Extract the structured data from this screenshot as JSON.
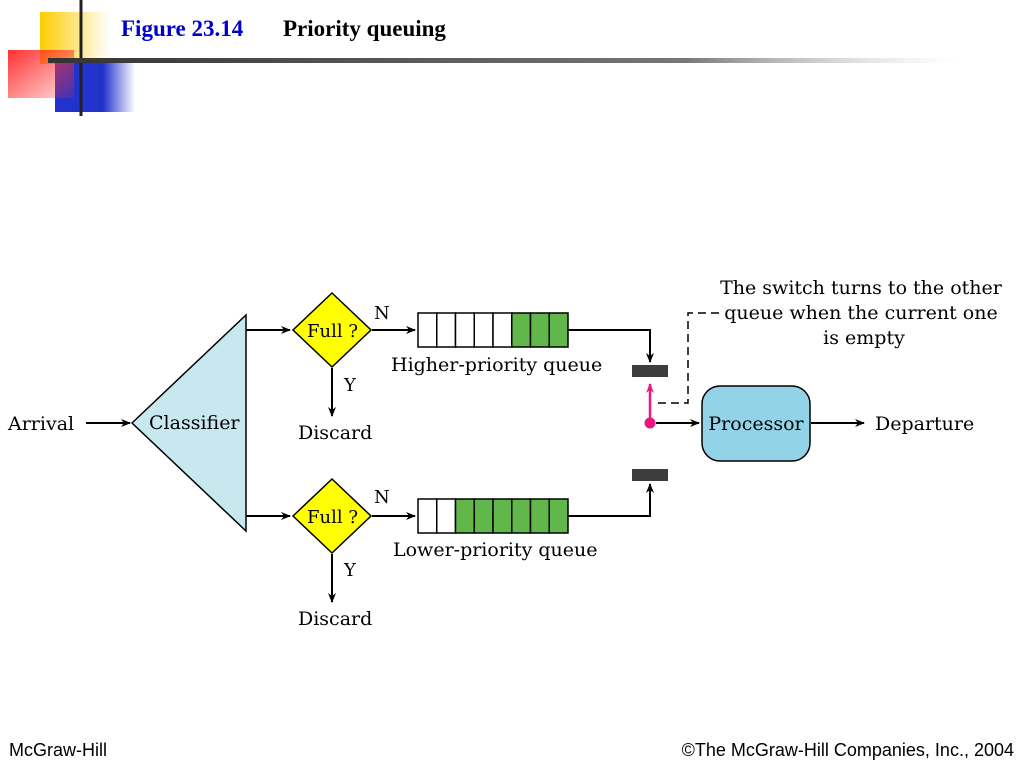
{
  "header": {
    "figure_label": "Figure 23.14",
    "title": "Priority queuing"
  },
  "diagram": {
    "arrival": "Arrival",
    "classifier": "Classifier",
    "upper_decision": "Full ?",
    "lower_decision": "Full ?",
    "upper_no": "N",
    "upper_yes": "Y",
    "lower_no": "N",
    "lower_yes": "Y",
    "upper_discard": "Discard",
    "lower_discard": "Discard",
    "higher_queue_label": "Higher-priority queue",
    "lower_queue_label": "Lower-priority queue",
    "higher_queue": {
      "slots": 8,
      "filled": 3
    },
    "lower_queue": {
      "slots": 8,
      "filled": 6
    },
    "processor": "Processor",
    "departure": "Departure",
    "note_lines": [
      "The switch turns to the other",
      "queue when the current one",
      "is empty"
    ]
  },
  "colors": {
    "classifier_fill": "#c8e8f0",
    "decision_fill": "#ffff00",
    "queue_filled": "#62b74a",
    "processor_fill": "#93d3e8",
    "switch_pointer": "#e8197d",
    "switch_bar": "#3d3d3d",
    "title_blue": "#0000cc"
  },
  "footer": {
    "left": "McGraw-Hill",
    "right": "©The McGraw-Hill Companies, Inc., 2004"
  }
}
